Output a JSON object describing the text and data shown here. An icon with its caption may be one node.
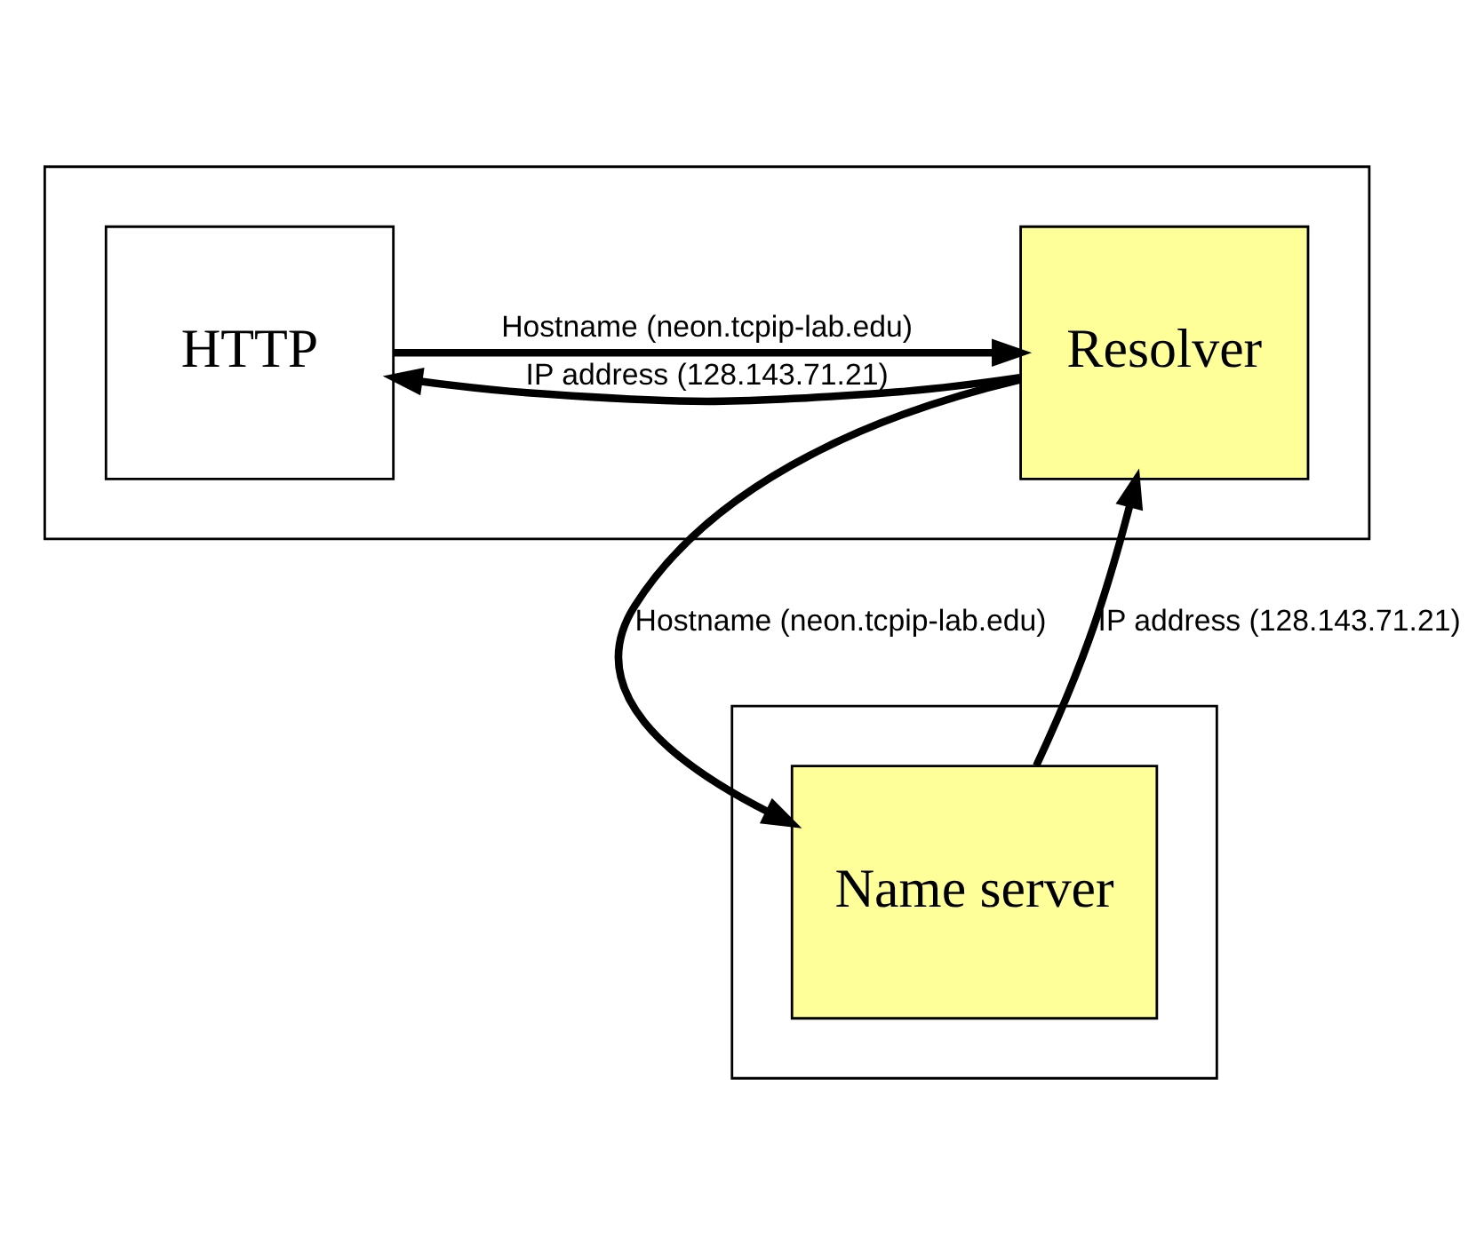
{
  "diagram": {
    "nodes": [
      {
        "text": [],
        "shape": "box"
      },
      {
        "text": [
          "HTTP"
        ],
        "in": 0
      },
      {
        "text": [
          "Resolver"
        ],
        "in": 0
      },
      {
        "text": [],
        "shape": "box"
      },
      {
        "text": [
          "Name server"
        ],
        "in": 3
      }
    ],
    "edges": [
      {
        "from": 1,
        "to": 2,
        "arrow": "to",
        "label": "Hostname (neon.tcpip-lab.edu)"
      },
      {
        "from": 2,
        "to": 1,
        "arrow": "to",
        "label": "IP address (128.143.71.21)"
      },
      {
        "from": 2,
        "to": 4,
        "arrow": "to",
        "label": "Hostname (neon.tcpip-lab.edu)"
      },
      {
        "from": 4,
        "to": 2,
        "arrow": "to",
        "label": "IP address (128.143.71.21)"
      }
    ]
  }
}
